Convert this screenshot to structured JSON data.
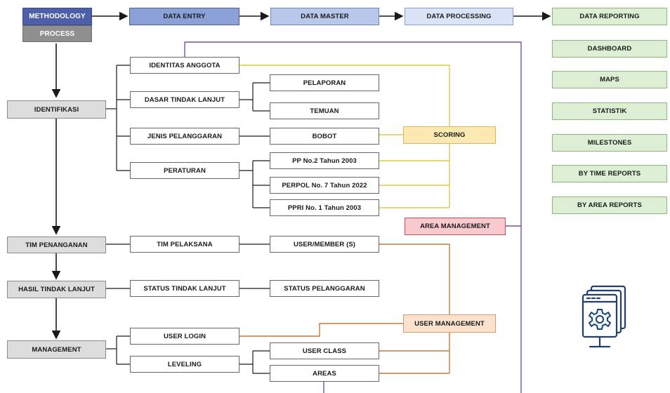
{
  "header": {
    "methodology": "METHODOLOGY",
    "process": "PROCESS",
    "data_entry": "DATA ENTRY",
    "data_master": "DATA MASTER",
    "data_processing": "DATA PROCESSING",
    "data_reporting": "DATA REPORTING"
  },
  "reports": [
    "DASHBOARD",
    "MAPS",
    "STATISTIK",
    "MILESTONES",
    "BY TIME REPORTS",
    "BY AREA REPORTS"
  ],
  "process_steps": {
    "identifikasi": "IDENTIFIKASI",
    "tim_penanganan": "TIM PENANGANAN",
    "hasil_tindak_lanjut": "HASIL TINDAK LANJUT",
    "managemen": "MANAGEMENT"
  },
  "entry": {
    "identitas_anggota": "IDENTITAS ANGGOTA",
    "dasar_tindak_lanjut": "DASAR TINDAK LANJUT",
    "jenis_pelanggaran": "JENIS PELANGGARAN",
    "peraturan": "PERATURAN",
    "tim_pelaksana": "TIM PELAKSANA",
    "status_tindak_lanjut": "STATUS TINDAK LANJUT",
    "user_login": "USER LOGIN",
    "leveling": "LEVELING"
  },
  "master": {
    "pelaporan": "PELAPORAN",
    "temuan": "TEMUAN",
    "bobot": "BOBOT",
    "pp": "PP No.2 Tahun 2003",
    "perpol": "PERPOL No. 7 Tahun 2022",
    "ppri": "PPRI No. 1 Tahun 2003",
    "user_member": "USER/MEMBER (S)",
    "status_pelanggaran": "STATUS PELANGGARAN",
    "user_class": "USER CLASS",
    "areas": "AREAS"
  },
  "processing": {
    "scoring": "SCORING",
    "area_management": "AREA MANAGEMENT",
    "user_management": "USER MANAGEMENT"
  },
  "colors": {
    "scoring_line": "#e8c64a",
    "area_line": "#7a4ea6",
    "user_line": "#c47a3a",
    "black_line": "#1a1a1a"
  },
  "icon": "settings-monitor-icon"
}
